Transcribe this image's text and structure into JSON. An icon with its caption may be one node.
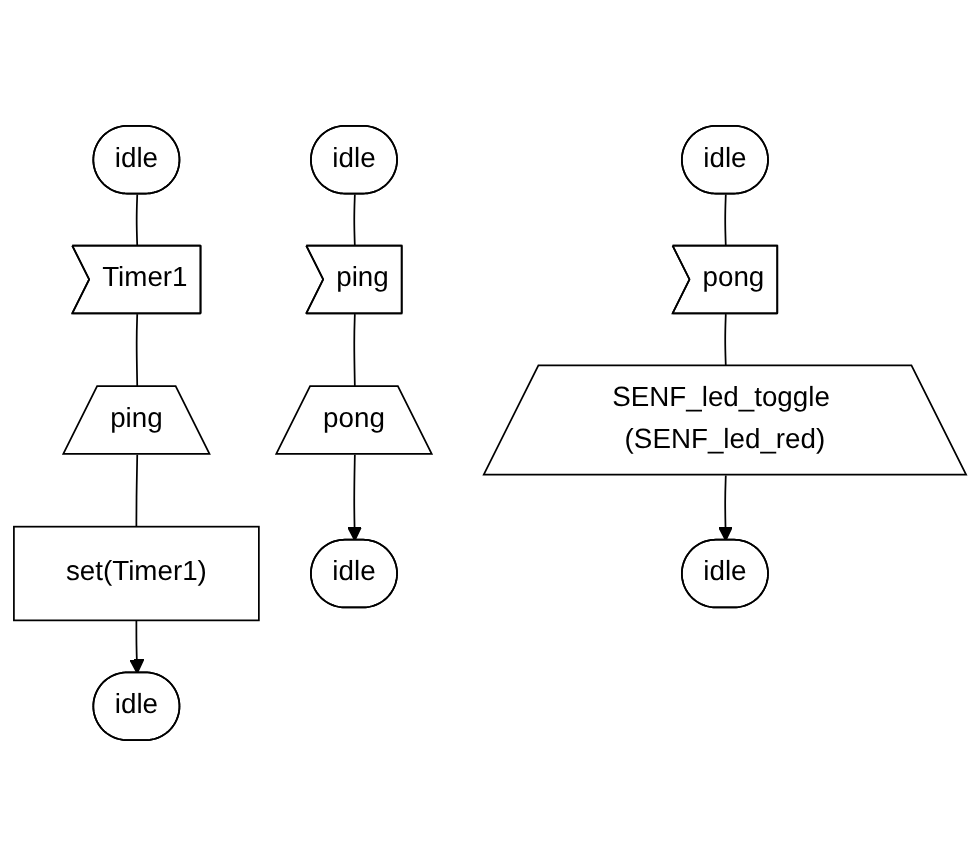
{
  "diagram": {
    "nodes": [
      {
        "text": [
          "idle"
        ]
      },
      {
        "text": [
          "Timer1"
        ]
      },
      {
        "text": [
          "ping"
        ]
      },
      {
        "text": [
          "set(Timer1)"
        ]
      },
      {
        "text": [
          "idle"
        ]
      },
      {
        "text": [
          "idle"
        ]
      },
      {
        "text": [
          "ping"
        ]
      },
      {
        "text": [
          "pong"
        ]
      },
      {
        "text": [
          "idle"
        ]
      },
      {
        "text": [
          "idle"
        ]
      },
      {
        "text": [
          "pong"
        ]
      },
      {
        "text": [
          "SENF_led_toggle (SENF_led_red)"
        ]
      },
      {
        "text": [
          "idle"
        ]
      }
    ],
    "edges": [
      {
        "from": 0,
        "to": 1,
        "arrow": "none"
      },
      {
        "from": 1,
        "to": 2,
        "arrow": "none"
      },
      {
        "from": 2,
        "to": 3,
        "arrow": "none"
      },
      {
        "from": 3,
        "to": 4,
        "arrow": "to"
      },
      {
        "from": 5,
        "to": 6,
        "arrow": "none"
      },
      {
        "from": 6,
        "to": 7,
        "arrow": "none"
      },
      {
        "from": 7,
        "to": 8,
        "arrow": "to"
      },
      {
        "from": 9,
        "to": 10,
        "arrow": "none"
      },
      {
        "from": 10,
        "to": 11,
        "arrow": "none"
      },
      {
        "from": 11,
        "to": 12,
        "arrow": "to"
      }
    ]
  }
}
